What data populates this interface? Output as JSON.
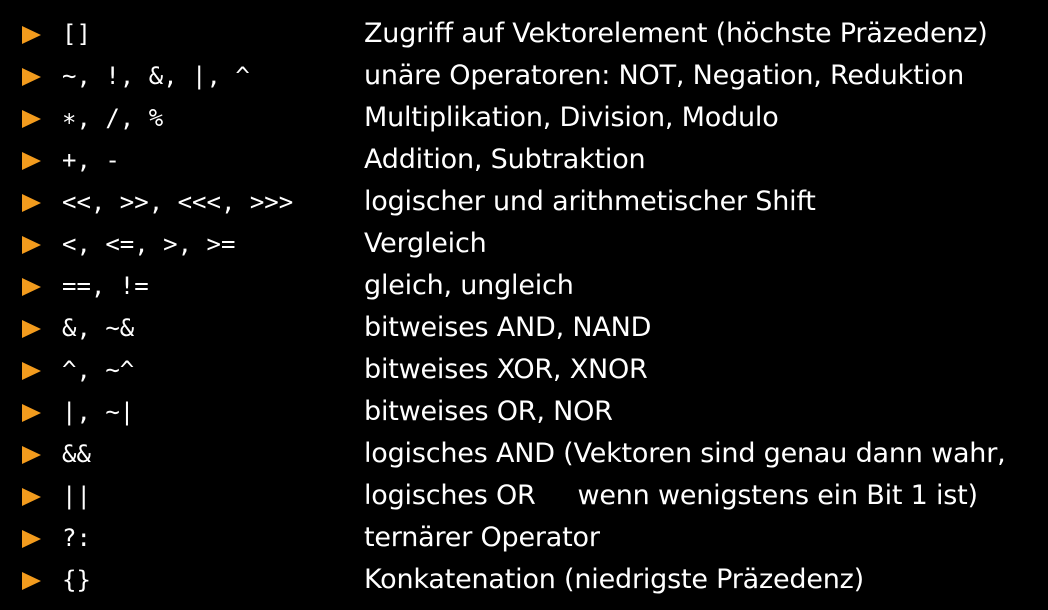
{
  "colors": {
    "background": "#000000",
    "text": "#ffffff",
    "bullet": "#f29b1d"
  },
  "icons": {
    "bullet": "triangle-bullet-icon"
  },
  "operators": [
    {
      "op": "[]",
      "desc": "Zugriff auf Vektorelement (höchste Präzedenz)"
    },
    {
      "op": "∼, !, &, |, ^",
      "desc": "unäre Operatoren: NOT, Negation, Reduktion"
    },
    {
      "op": "∗, /, %",
      "desc": "Multiplikation, Division, Modulo"
    },
    {
      "op": "+, -",
      "desc": "Addition, Subtraktion"
    },
    {
      "op": "<<, >>, <<<, >>>",
      "desc": "logischer und arithmetischer Shift"
    },
    {
      "op": "<, <=, >, >=",
      "desc": "Vergleich"
    },
    {
      "op": "==, !=",
      "desc": "gleich, ungleich"
    },
    {
      "op": "&, ∼&",
      "desc": "bitweises AND, NAND"
    },
    {
      "op": "^, ∼^",
      "desc": "bitweises XOR, XNOR"
    },
    {
      "op": "|, ∼|",
      "desc": "bitweises OR, NOR"
    },
    {
      "op": "&&",
      "desc": "logisches AND (Vektoren sind genau dann wahr,"
    },
    {
      "op": "||",
      "desc": "logisches OR     wenn wenigstens ein Bit 1 ist)"
    },
    {
      "op": "?:",
      "desc": "ternärer Operator"
    },
    {
      "op": "{}",
      "desc": "Konkatenation (niedrigste Präzedenz)"
    }
  ]
}
